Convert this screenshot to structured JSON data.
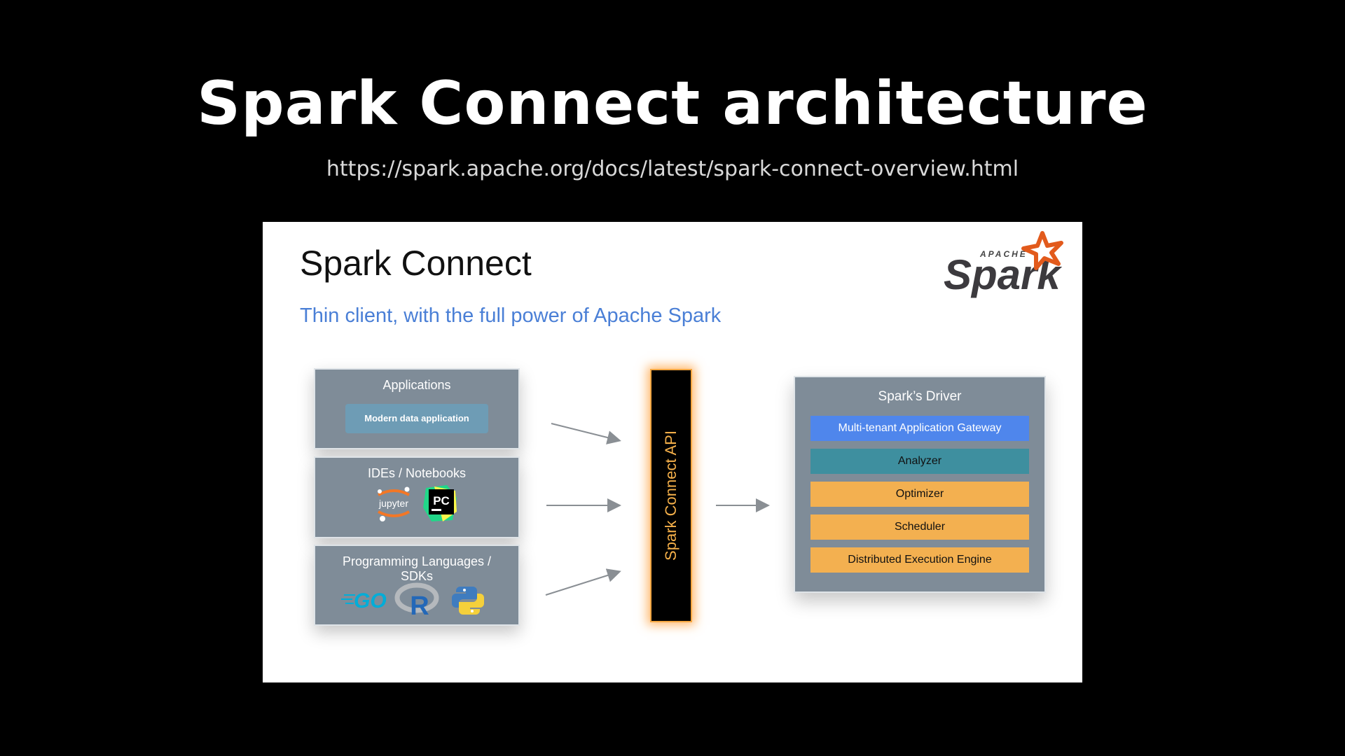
{
  "slide": {
    "title": "Spark Connect architecture",
    "url": "https://spark.apache.org/docs/latest/spark-connect-overview.html"
  },
  "panel": {
    "title": "Spark Connect",
    "subtitle": "Thin client, with the full power of Apache Spark",
    "logo": {
      "wordmark": "Spark",
      "small_text": "APACHE",
      "icon": "spark-star-icon",
      "brand_color": "#e25a1c"
    }
  },
  "clients": {
    "applications": {
      "label": "Applications",
      "item": "Modern data application"
    },
    "ides": {
      "label": "IDEs / Notebooks",
      "icons": [
        "jupyter-icon",
        "pycharm-icon"
      ],
      "jupyter_text": "jupyter",
      "pycharm_text": "PC"
    },
    "languages": {
      "label": "Programming Languages / SDKs",
      "icons": [
        "go-icon",
        "r-icon",
        "python-icon"
      ],
      "go_text": "GO",
      "r_text": "R"
    }
  },
  "api": {
    "label": "Spark Connect API",
    "accent": "#f5a742"
  },
  "driver": {
    "title": "Spark’s Driver",
    "layers": [
      {
        "label": "Multi-tenant Application Gateway",
        "color": "#4f86ec"
      },
      {
        "label": "Analyzer",
        "color": "#3e8f9f"
      },
      {
        "label": "Optimizer",
        "color": "#f3b050"
      },
      {
        "label": "Scheduler",
        "color": "#f3b050"
      },
      {
        "label": "Distributed Execution Engine",
        "color": "#f3b050"
      }
    ]
  }
}
